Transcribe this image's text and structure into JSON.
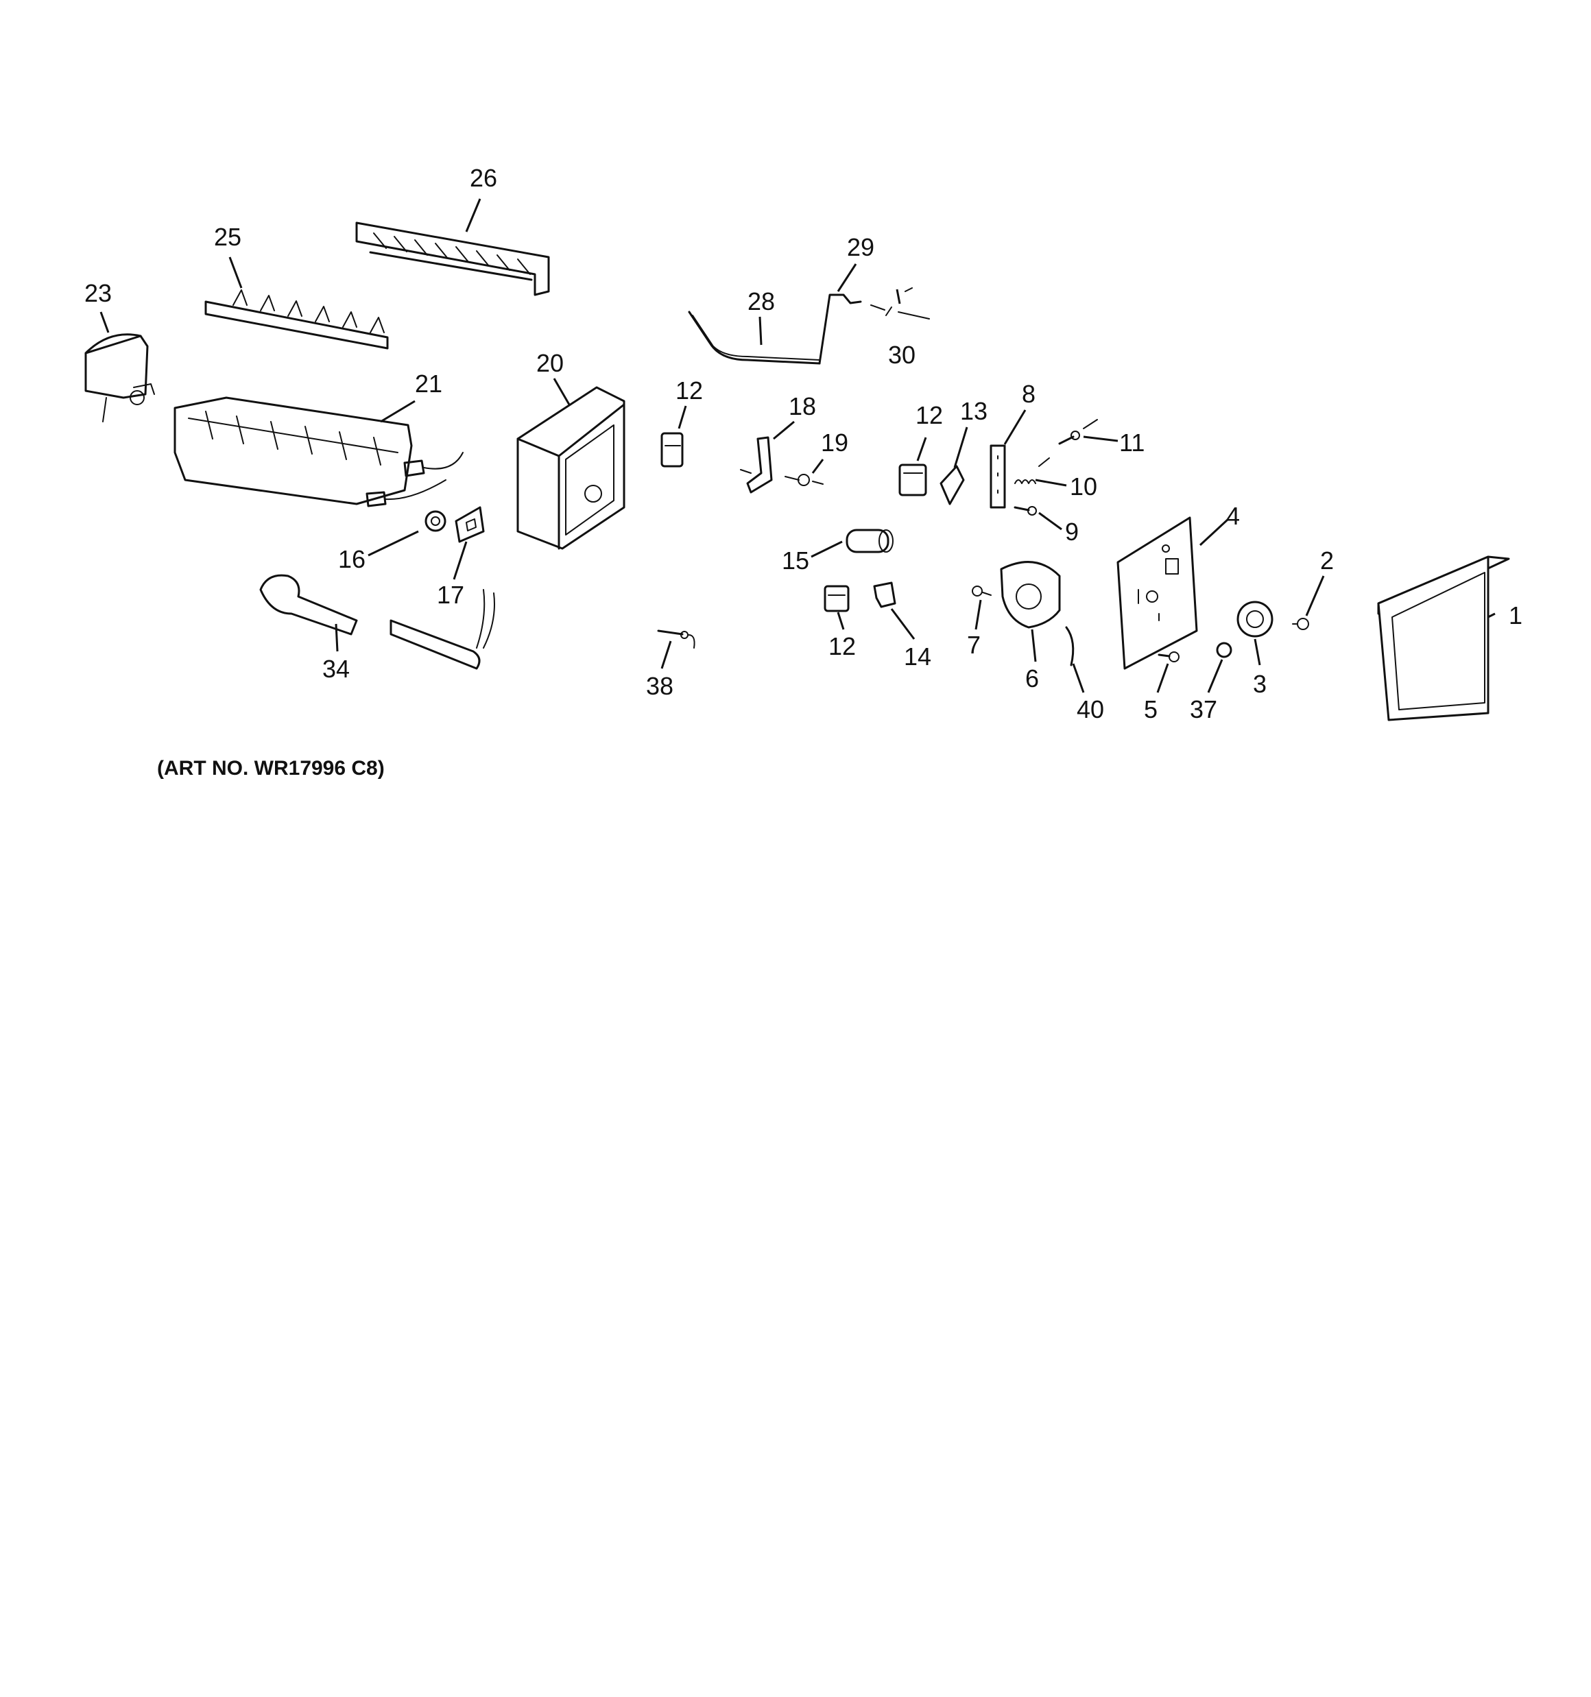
{
  "art_number": "(ART NO. WR17996 C8)",
  "callouts": [
    "26",
    "25",
    "23",
    "21",
    "20",
    "28",
    "29",
    "30",
    "12",
    "18",
    "19",
    "12",
    "13",
    "8",
    "11",
    "10",
    "9",
    "4",
    "16",
    "17",
    "15",
    "2",
    "1",
    "7",
    "12",
    "14",
    "6",
    "40",
    "5",
    "37",
    "3",
    "34",
    "38"
  ]
}
